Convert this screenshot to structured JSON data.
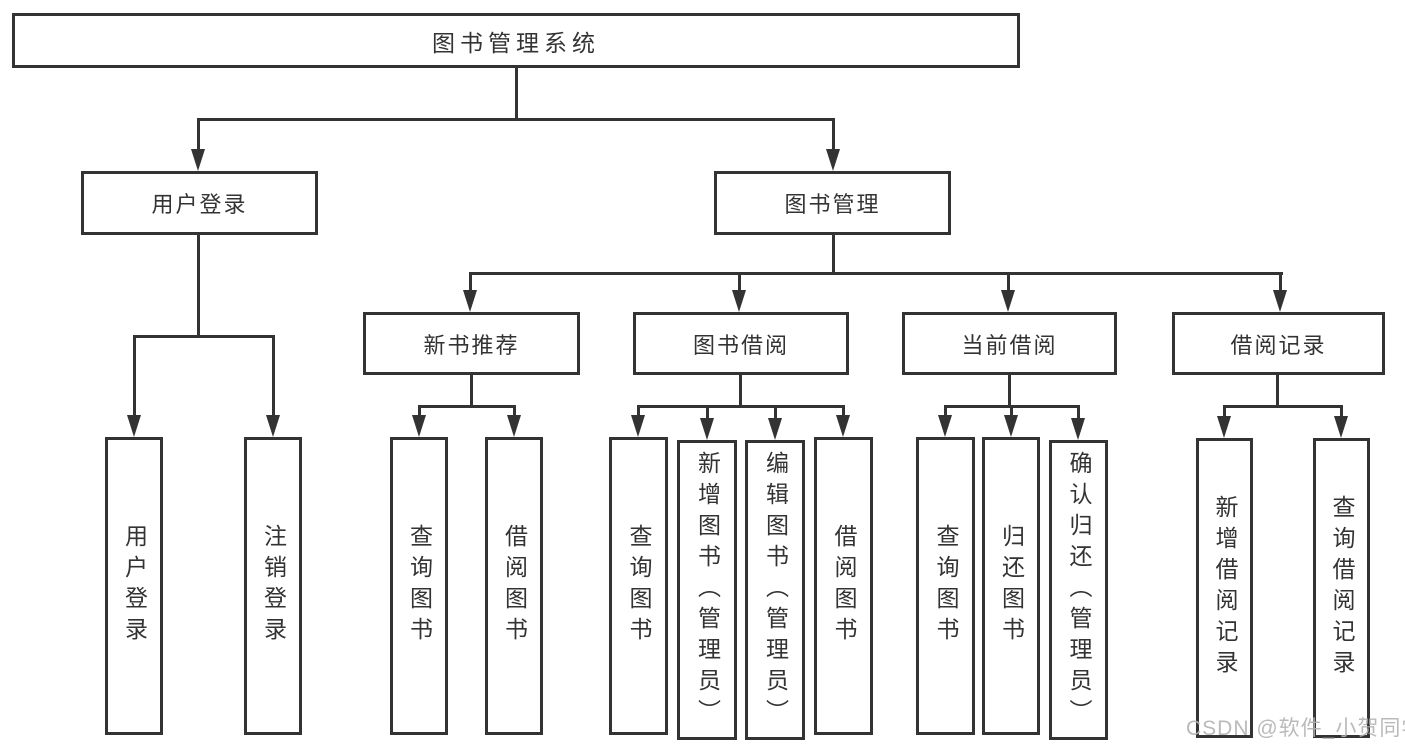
{
  "diagram": {
    "root": "图书管理系统",
    "level2": [
      "用户登录",
      "图书管理"
    ],
    "level3": [
      "新书推荐",
      "图书借阅",
      "当前借阅",
      "借阅记录"
    ],
    "level4": [
      "用户登录",
      "注销登录",
      "查询图书",
      "借阅图书",
      "查询图书",
      "新增图书（管理员）",
      "编辑图书（管理员）",
      "借阅图书",
      "查询图书",
      "归还图书",
      "确认归还（管理员）",
      "新增借阅记录",
      "查询借阅记录"
    ]
  },
  "watermark": "CSDN @软件_小贺同学",
  "colors": {
    "line": "#333333",
    "text": "#333333",
    "box_background": "#ffffff",
    "page_background": "#ffffff",
    "watermark": "#b3b3b3"
  }
}
